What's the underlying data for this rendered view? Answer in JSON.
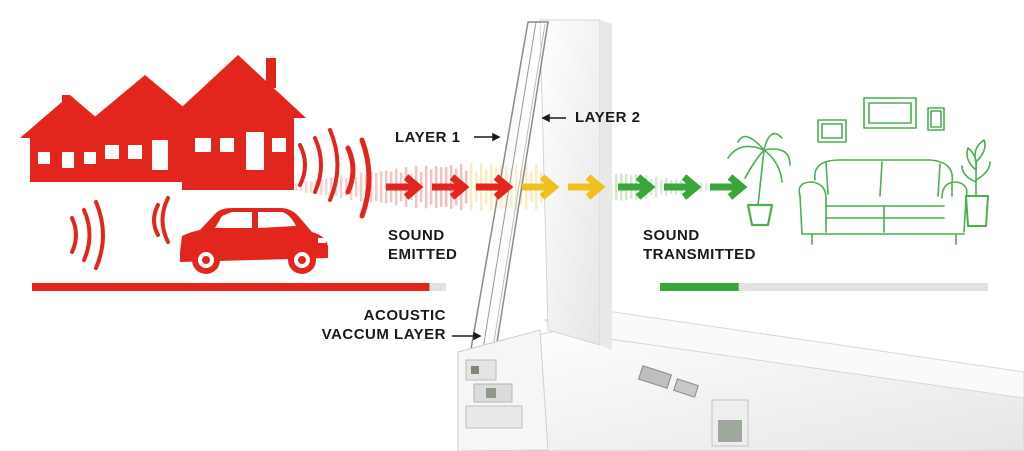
{
  "labels": {
    "layer1": "LAYER 1",
    "layer2": "LAYER 2",
    "sound_emitted_line1": "SOUND",
    "sound_emitted_line2": "EMITTED",
    "sound_transmitted_line1": "SOUND",
    "sound_transmitted_line2": "TRANSMITTED",
    "acoustic_line1": "ACOUSTIC",
    "acoustic_line2": "VACCUM LAYER"
  },
  "icons": [
    "houses-icon",
    "car-icon",
    "sound-wave-icon",
    "window-frame-icon",
    "palm-plant-icon",
    "sofa-icon",
    "picture-frame-icon",
    "potted-plant-icon",
    "arrow-icon"
  ],
  "levels": {
    "emitted_fraction": 0.96,
    "transmitted_fraction": 0.24
  },
  "colors": {
    "noise_red": "#e3261d",
    "mid_yellow": "#f0c020",
    "quiet_green": "#3aa53a",
    "sketch_green": "#4caf50",
    "track_gray": "#e2e2e2",
    "frame_white": "#f4f4f4"
  }
}
